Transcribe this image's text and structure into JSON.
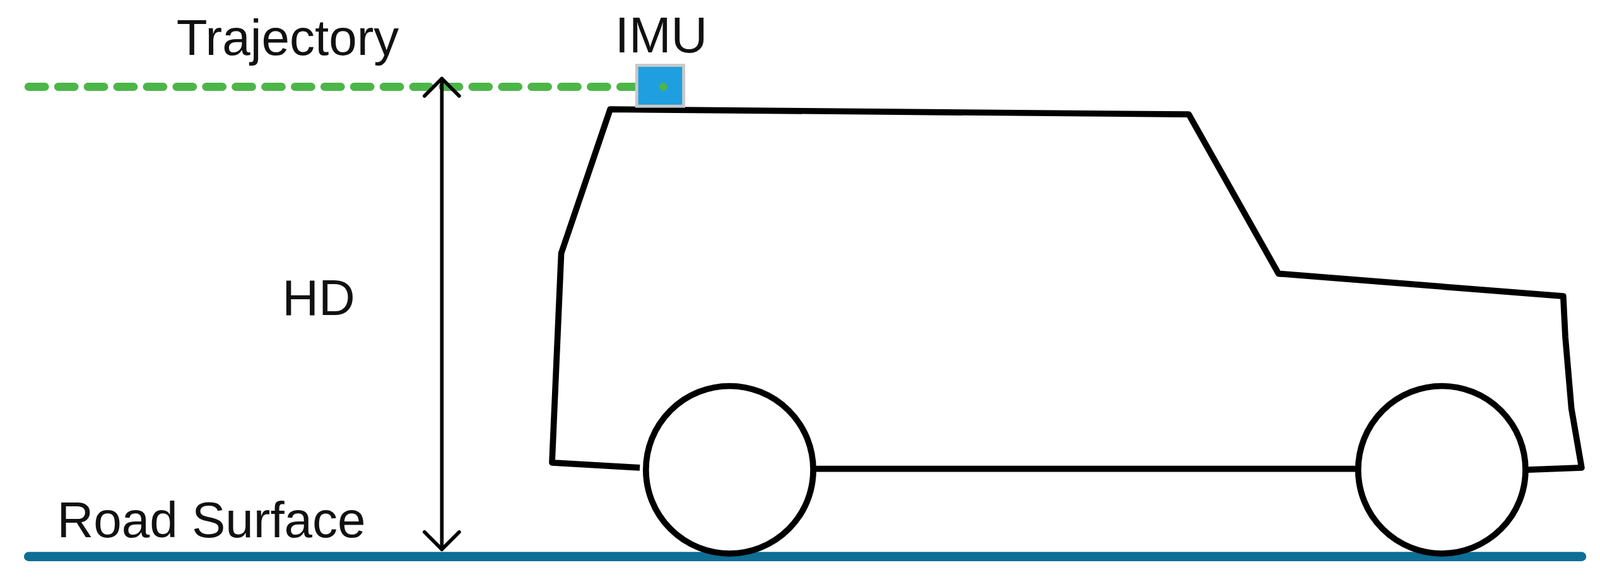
{
  "diagram": {
    "labels": [
      "Trajectory",
      "IMU",
      "HD",
      "Road Surface"
    ]
  }
}
